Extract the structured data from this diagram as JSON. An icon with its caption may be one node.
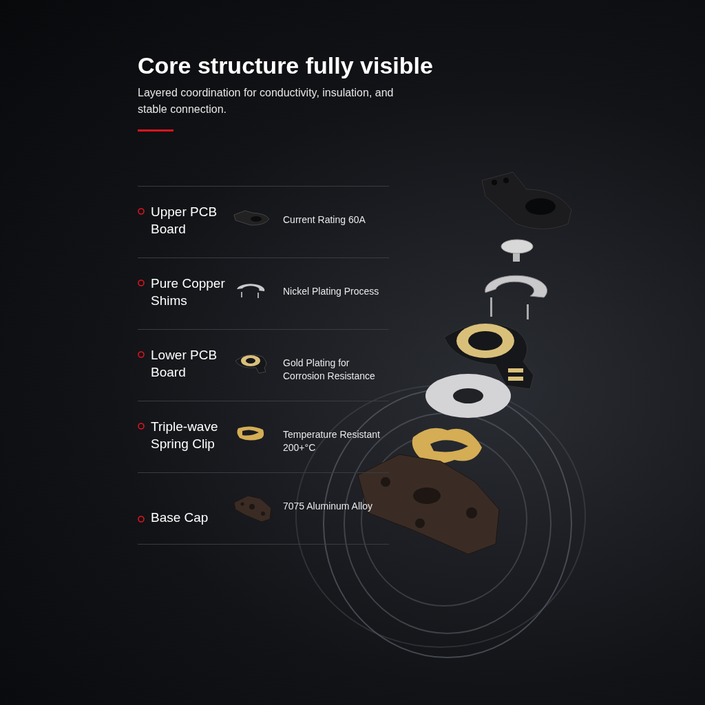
{
  "diagram": {
    "title": "Core structure fully visible",
    "labels": [
      "Layered coordination for conductivity, insulation, and stable connection.",
      "Upper PCB Board",
      "Current Rating 60A",
      "Pure Copper Shims",
      "Nickel Plating Process",
      "Lower PCB Board",
      "Gold Plating for Corrosion Resistance",
      "Triple-wave Spring Clip",
      "Temperature Resistant 200+°C",
      "Base Cap",
      "7075 Aluminum Alloy"
    ]
  }
}
